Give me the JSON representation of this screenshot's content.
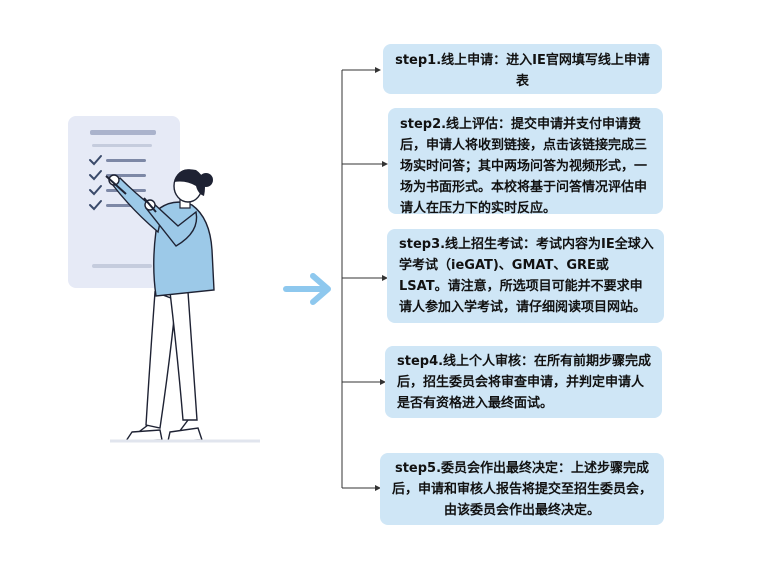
{
  "colors": {
    "box_fill": "#cfe6f6",
    "arrow": "#8ec8ee",
    "connector": "#333333",
    "paper": "#e6eaf6",
    "jacket": "#9cc9e8",
    "hair": "#1e2233",
    "check": "#3a4a6a"
  },
  "icons": [
    "checklist-paper-icon",
    "person-icon",
    "pencil-icon",
    "arrow-right-icon"
  ],
  "steps": [
    "step1.线上申请：进入IE官网填写线上申请表",
    "step2.线上评估：提交申请并支付申请费后，申请人将收到链接，点击该链接完成三场实时问答；其中两场问答为视频形式，一场为书面形式。本校将基于问答情况评估申请人在压力下的实时反应。",
    "step3.线上招生考试：考试内容为IE全球入学考试（ieGAT)、GMAT、GRE或LSAT。请注意，所选项目可能并不要求申请人参加入学考试，请仔细阅读项目网站。",
    "step4.线上个人审核：在所有前期步骤完成后，招生委员会将审查申请，并判定申请人是否有资格进入最终面试。",
    "step5.委员会作出最终决定：上述步骤完成后，申请和审核人报告将提交至招生委员会，由该委员会作出最终决定。"
  ]
}
